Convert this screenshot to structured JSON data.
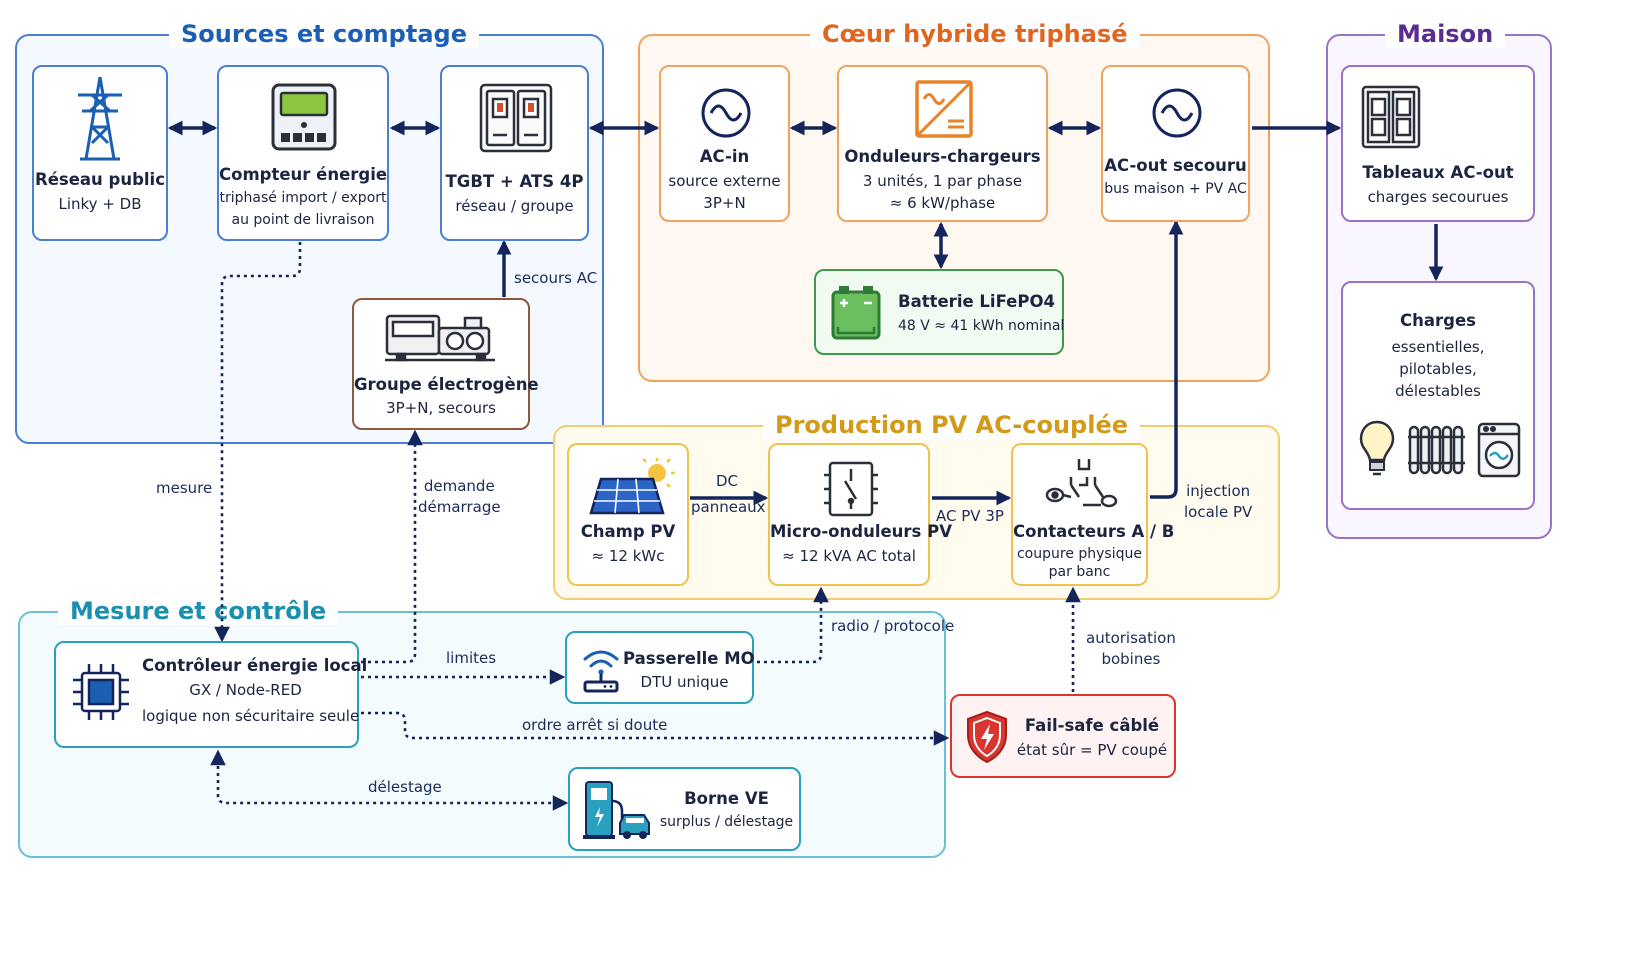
{
  "groups": {
    "sources": "Sources et comptage",
    "coeur": "Cœur hybride triphasé",
    "maison": "Maison",
    "pv": "Production PV AC-couplée",
    "mesure": "Mesure et contrôle"
  },
  "nodes": {
    "reseau": {
      "title": "Réseau public",
      "l1": "Linky + DB"
    },
    "compteur": {
      "title": "Compteur énergie",
      "l1": "triphasé import / export",
      "l2": "au point de livraison"
    },
    "tgbt": {
      "title": "TGBT + ATS 4P",
      "l1": "réseau / groupe"
    },
    "groupe": {
      "title": "Groupe électrogène",
      "l1": "3P+N, secours"
    },
    "acin": {
      "title": "AC-in",
      "l1": "source externe",
      "l2": "3P+N"
    },
    "onduleurs": {
      "title": "Onduleurs-chargeurs",
      "l1": "3 unités, 1 par phase",
      "l2": "≈ 6 kW/phase"
    },
    "acout": {
      "title": "AC-out secouru",
      "l1": "bus maison + PV AC"
    },
    "batterie": {
      "title": "Batterie LiFePO4",
      "l1": "48 V ≈ 41 kWh nominal"
    },
    "tableaux": {
      "title": "Tableaux AC-out",
      "l1": "charges secourues"
    },
    "charges": {
      "title": "Charges",
      "l1": "essentielles,",
      "l2": "pilotables,",
      "l3": "délestables"
    },
    "champ": {
      "title": "Champ PV",
      "l1": "≈ 12 kWc"
    },
    "micro": {
      "title": "Micro-onduleurs PV",
      "l1": "≈ 12 kVA AC total"
    },
    "contacteurs": {
      "title": "Contacteurs A / B",
      "l1": "coupure physique",
      "l2": "par banc"
    },
    "controleur": {
      "title": "Contrôleur énergie local",
      "l1": "GX / Node-RED",
      "l2": "logique non sécuritaire seule"
    },
    "passerelle": {
      "title": "Passerelle MO",
      "l1": "DTU unique"
    },
    "borne": {
      "title": "Borne VE",
      "l1": "surplus / délestage"
    },
    "failsafe": {
      "title": "Fail-safe câblé",
      "l1": "état sûr = PV coupé"
    }
  },
  "labels": {
    "secours_ac": "secours AC",
    "mesure": "mesure",
    "demande1": "demande",
    "demande2": "démarrage",
    "dc1": "DC",
    "dc2": "panneaux",
    "acpv3p": "AC PV 3P",
    "injection1": "injection",
    "injection2": "locale PV",
    "radio": "radio / protocole",
    "autorisation1": "autorisation",
    "autorisation2": "bobines",
    "limites": "limites",
    "ordre": "ordre arrêt si doute",
    "delestage": "délestage"
  },
  "colors": {
    "blue": "#1a5fb4",
    "orange": "#e8832a",
    "purple": "#7b4fb0",
    "gold": "#e5b53c",
    "teal": "#2aa0c0",
    "navy": "#14255c",
    "green": "#3e9a4a",
    "red": "#d9362f",
    "brown": "#8c5a3c"
  }
}
